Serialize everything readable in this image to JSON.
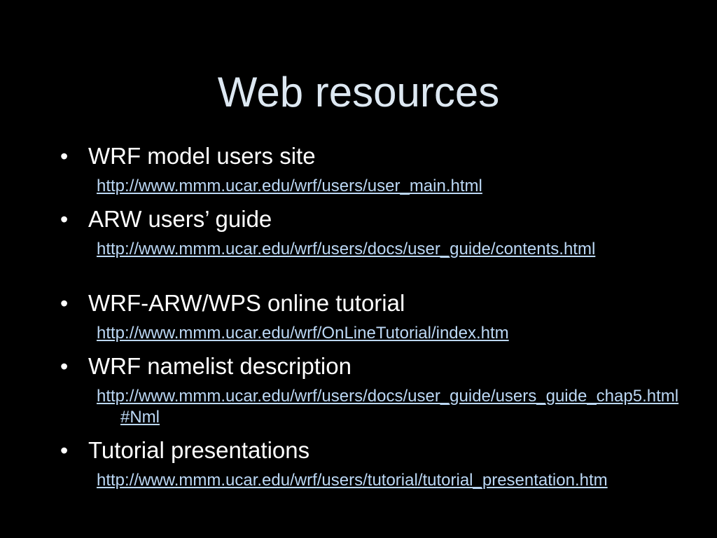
{
  "slide": {
    "title": "Web resources",
    "items": [
      {
        "label": "WRF model users site",
        "url": "http://www.mmm.ucar.edu/wrf/users/user_main.html"
      },
      {
        "label": "ARW users’ guide",
        "url": "http://www.mmm.ucar.edu/wrf/users/docs/user_guide/contents.html"
      },
      {
        "label": "WRF-ARW/WPS online tutorial",
        "url": "http://www.mmm.ucar.edu/wrf/OnLineTutorial/index.htm"
      },
      {
        "label": "WRF namelist description",
        "url": "http://www.mmm.ucar.edu/wrf/users/docs/user_guide/users_guide_chap5.html#Nml"
      },
      {
        "label": "Tutorial presentations",
        "url": "http://www.mmm.ucar.edu/wrf/users/tutorial/tutorial_presentation.htm"
      }
    ],
    "bullet_glyph": "•"
  }
}
